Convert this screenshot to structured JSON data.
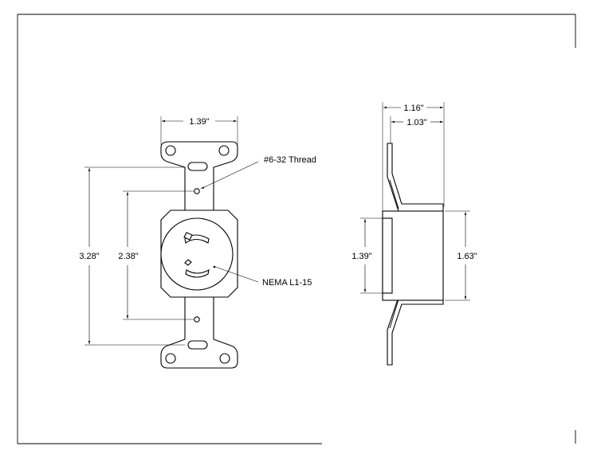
{
  "drawing": {
    "front_view": {
      "plate_width": "1.39\"",
      "overall_height": "3.28\"",
      "mounting_hole_spacing": "2.38\"",
      "thread_callout": "#6-32 Thread",
      "receptacle_callout": "NEMA L1-15"
    },
    "side_view": {
      "overall_depth": "1.16\"",
      "body_depth": "1.03\"",
      "body_height_left": "1.39\"",
      "body_height_right": "1.63\""
    }
  }
}
